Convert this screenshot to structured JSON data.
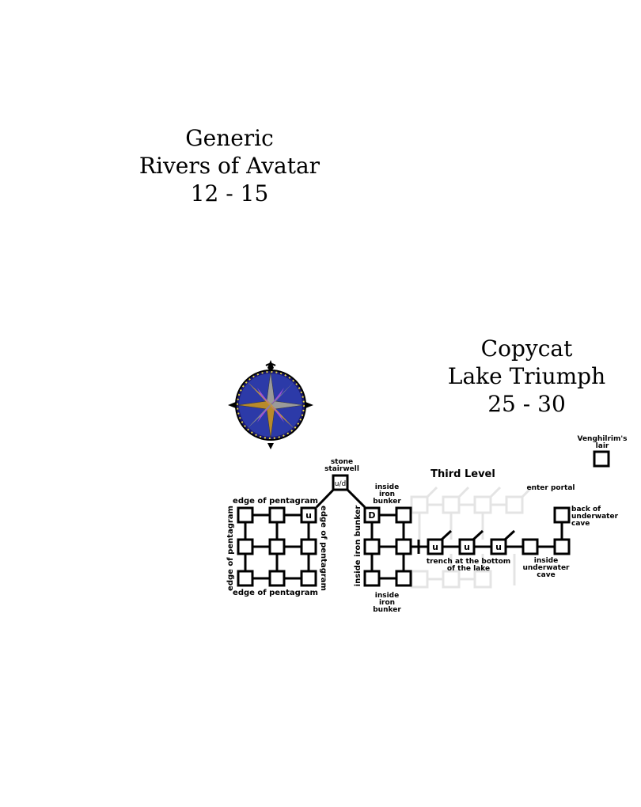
{
  "zones": [
    {
      "id": "generic",
      "lines": [
        "Generic",
        "Rivers of Avatar",
        "12 - 15"
      ]
    },
    {
      "id": "copycat",
      "lines": [
        "Copycat",
        "Lake Triumph",
        "25 - 30"
      ]
    }
  ],
  "compass": {
    "icon": "compass-rose-icon"
  },
  "map": {
    "level_label": "Third Level",
    "labels": {
      "stone_stairwell": [
        "stone",
        "stairwell"
      ],
      "edge_top": "edge of pentagram",
      "edge_bottom": "edge of pentagram",
      "edge_left": "edge of pentagram",
      "edge_right": "edge of pentagram",
      "bunker_top": [
        "inside",
        "iron",
        "bunker"
      ],
      "bunker_side": "inside iron bunker",
      "bunker_bottom": [
        "inside",
        "iron",
        "bunker"
      ],
      "trench": [
        "trench at the bottom",
        "of the lake"
      ],
      "underwater_cave": [
        "inside",
        "underwater",
        "cave"
      ],
      "back_of_cave": [
        "back of",
        "underwater",
        "cave"
      ],
      "enter_portal": "enter portal",
      "lair": [
        "Venghilrim's",
        "lair"
      ]
    },
    "room_marks": {
      "stairwell": "u/d",
      "pentagram_up": "u",
      "bunker_down": "D",
      "trench_up_1": "u",
      "trench_up_2": "u",
      "trench_up_3": "u"
    }
  }
}
